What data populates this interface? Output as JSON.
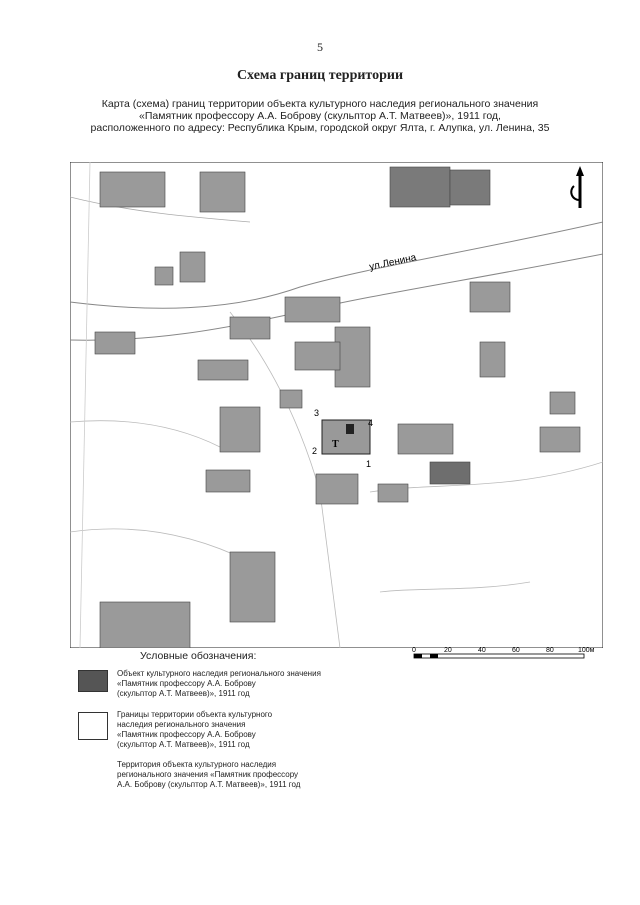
{
  "page_number": "5",
  "title": "Схема границ территории",
  "subtitle_line1": "Карта (схема) границ территории объекта культурного наследия регионального значения",
  "subtitle_line2": "«Памятник профессору А.А. Боброву (скульптор А.Т. Матвеев)», 1911 год,",
  "subtitle_line3": "расположенного по адресу: Республика Крым, городской округ Ялта, г. Алупка, ул. Ленина, 35",
  "map": {
    "street_label": "ул.Ленина",
    "object_label": "Т",
    "point_labels": [
      "1",
      "2",
      "3",
      "4"
    ],
    "north_arrow": "north-arrow-icon"
  },
  "scale": {
    "ticks": [
      "0",
      "20",
      "40",
      "60",
      "80",
      "100м"
    ]
  },
  "legend": {
    "title": "Условные обозначения:",
    "item1_line1": "Объект культурного наследия регионального значения",
    "item1_line2": "«Памятник профессору А.А. Боброву",
    "item1_line3": "(скульптор А.Т. Матвеев)», 1911 год",
    "item2_line1": "Границы территории объекта культурного",
    "item2_line2": "наследия регионального значения",
    "item2_line3": "«Памятник профессору А.А. Боброву",
    "item2_line4": "(скульптор А.Т. Матвеев)», 1911 год",
    "item3_line1": "Территория объекта культурного наследия",
    "item3_line2": "регионального значения «Памятник профессору",
    "item3_line3": "А.А. Боброву (скульптор А.Т. Матвеев)», 1911 год"
  },
  "colors": {
    "building": "#9a9a9a",
    "building_dark": "#6e6e6e",
    "object": "#555555"
  }
}
